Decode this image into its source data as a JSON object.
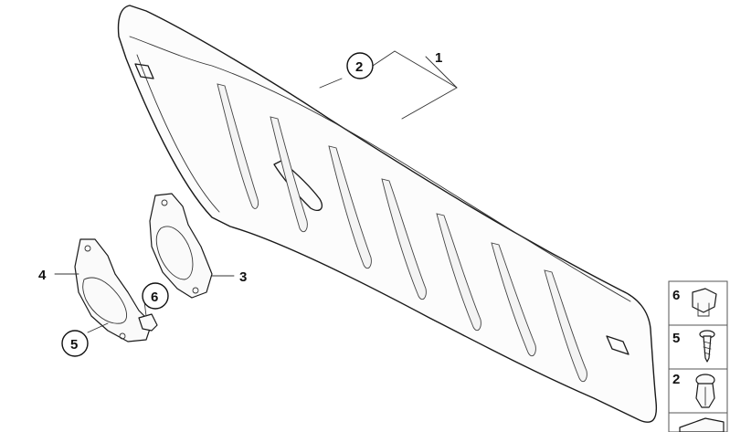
{
  "callouts": {
    "c1": "1",
    "c2": "2",
    "c3": "3",
    "c4": "4",
    "c5": "5",
    "c6": "6"
  },
  "legend": {
    "row1": "6",
    "row2": "5",
    "row3": "2"
  }
}
